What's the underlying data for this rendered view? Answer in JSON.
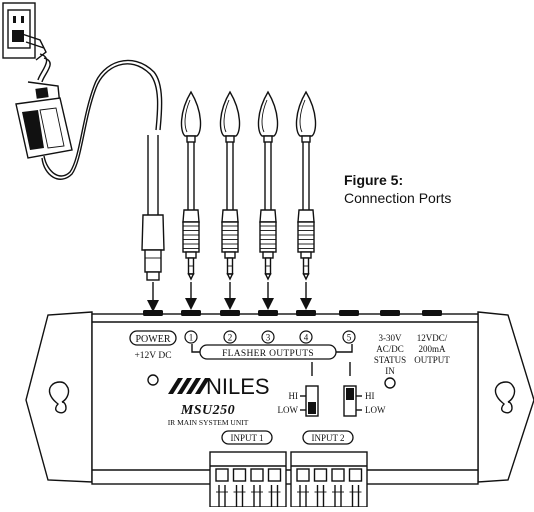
{
  "figure": {
    "label": "Figure 5:",
    "caption": "Connection Ports"
  },
  "device": {
    "brand": "NILES",
    "model": "MSU250",
    "model_subtitle": "IR MAIN SYSTEM UNIT",
    "power_label": "POWER",
    "power_voltage": "+12V DC",
    "flasher_outputs_label": "FLASHER OUTPUTS",
    "outputs": [
      "1",
      "2",
      "3",
      "4",
      "5"
    ],
    "status_in_lines": [
      "3-30V",
      "AC/DC",
      "STATUS",
      "IN"
    ],
    "dc_output_lines": [
      "12VDC/",
      "200mA",
      "OUTPUT"
    ],
    "switch_hi": "HI",
    "switch_low": "LOW",
    "input_1": "INPUT 1",
    "input_2": "INPUT 2"
  }
}
